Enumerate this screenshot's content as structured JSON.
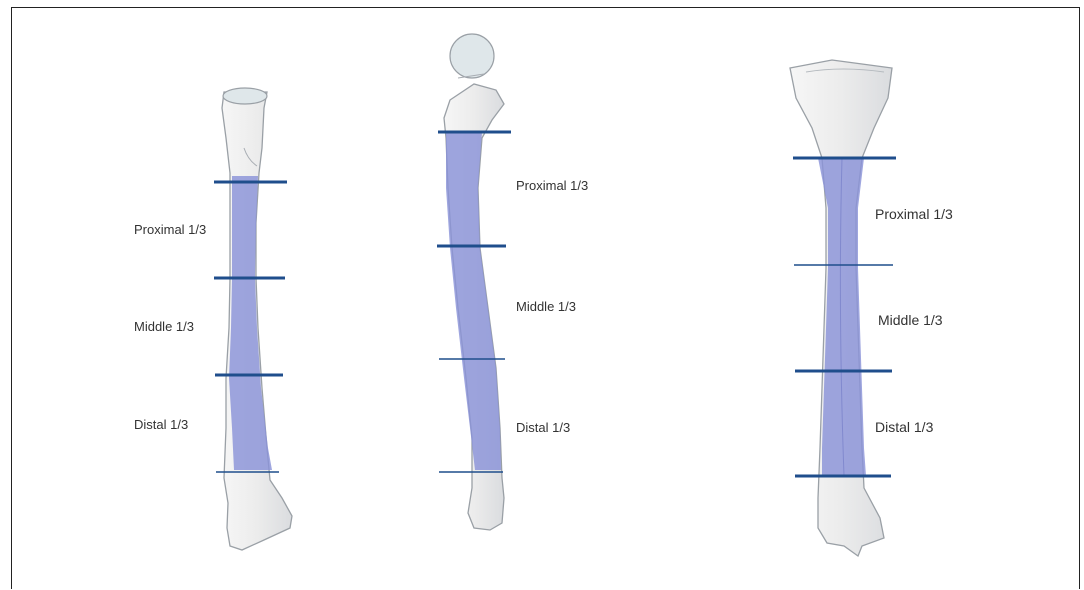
{
  "figures": [
    {
      "labels": [
        "Proximal 1/3",
        "Middle 1/3",
        "Distal 1/3"
      ]
    },
    {
      "labels": [
        "Proximal 1/3",
        "Middle 1/3",
        "Distal 1/3"
      ]
    },
    {
      "labels": [
        "Proximal 1/3",
        "Middle 1/3",
        "Distal 1/3"
      ]
    }
  ],
  "colors": {
    "bone_fill": "#ececec",
    "bone_outline": "#9aa0a6",
    "shaft_highlight": "#8a93d8",
    "divider_line": "#1f4e8c"
  }
}
